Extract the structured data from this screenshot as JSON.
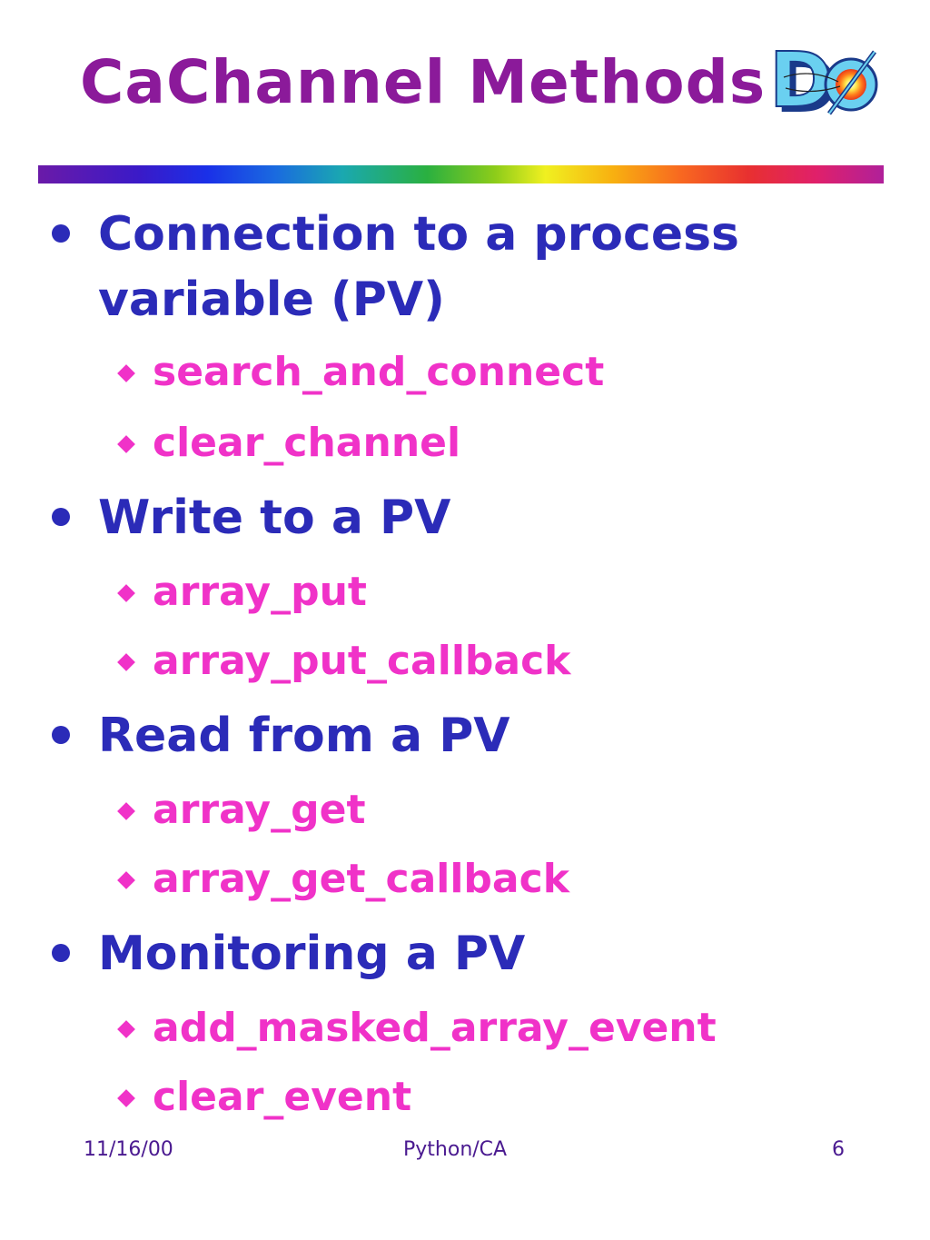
{
  "slide": {
    "title": "CaChannel Methods",
    "logo": {
      "icon": "d0-experiment-logo",
      "letters": "DØ"
    },
    "sections": [
      {
        "heading": "Connection to a process variable (PV)",
        "methods": [
          "search_and_connect",
          "clear_channel"
        ]
      },
      {
        "heading": "Write to a PV",
        "methods": [
          "array_put",
          "array_put_callback"
        ]
      },
      {
        "heading": "Read from a PV",
        "methods": [
          "array_get",
          "array_get_callback"
        ]
      },
      {
        "heading": "Monitoring a PV",
        "methods": [
          "add_masked_array_event",
          "clear_event"
        ]
      }
    ]
  },
  "footer": {
    "date": "11/16/00",
    "center": "Python/CA",
    "page": "6"
  },
  "colors": {
    "title": "#8b1a9a",
    "level1": "#2b2bb8",
    "level2": "#f032c8",
    "footer": "#4a1a90"
  }
}
